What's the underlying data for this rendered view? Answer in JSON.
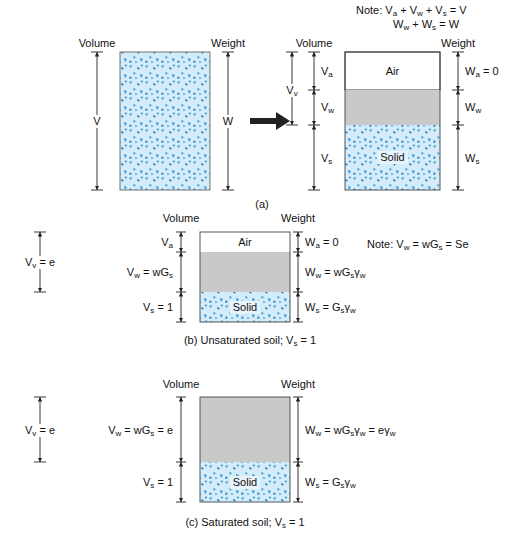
{
  "diagram": {
    "nodes": [
      {
        "text": [
          "Air"
        ]
      },
      {
        "text": [
          "Solid"
        ]
      },
      {
        "text": [
          "Air"
        ]
      },
      {
        "text": [
          "Solid"
        ]
      },
      {
        "text": [
          "Solid"
        ]
      }
    ],
    "labels": [
      "Note: Va + Vw + Vs = V",
      "Ww + Ws = W",
      "Volume",
      "Weight",
      "V",
      "W",
      "Volume",
      "Weight",
      "Va",
      "Vv",
      "Vw",
      "Vs",
      "Wa = 0",
      "Ww",
      "Ws",
      "(a)",
      "Volume",
      "Weight",
      "Vv = e",
      "Va",
      "Vw = wGs",
      "Vs = 1",
      "Wa = 0",
      "Ww = wGsγw",
      "Ws = Gsγw",
      "Note: Vw = wGs = Se",
      "(b) Unsaturated soil; Vs = 1",
      "Volume",
      "Weight",
      "Vv = e",
      "Vw = wGs = e",
      "Vs = 1",
      "Ww = wGsγw = eγw",
      "Ws = Gsγw",
      "(c) Saturated soil; Vs = 1"
    ]
  }
}
